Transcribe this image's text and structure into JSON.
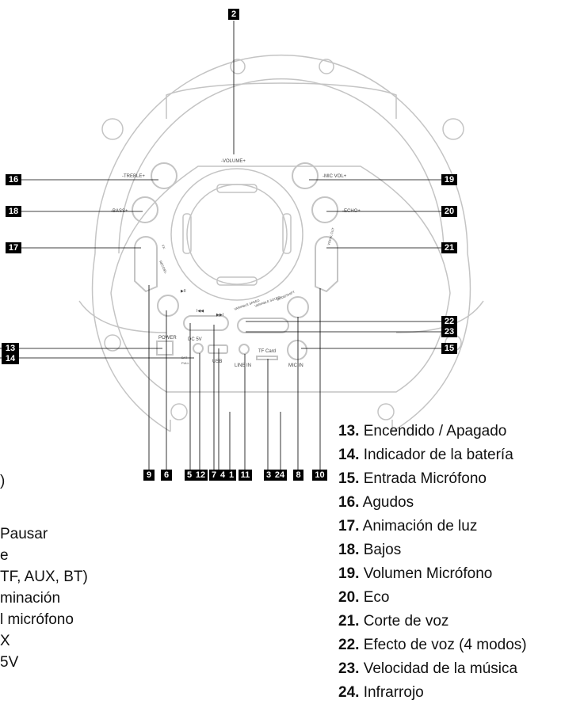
{
  "panel_labels": {
    "volume": "-VOLUME+",
    "treble": "-TREBLE+",
    "bass": "-BASS+",
    "mic_vol": "-MIC VOL+",
    "echo": "-ECHO+",
    "power": "POWER",
    "dc": "DC 5V",
    "bat": "BAT",
    "full": "FULL",
    "usb": "USB",
    "line_in": "LINE IN",
    "tf_card": "TF Card",
    "mic_in": "MIC IN",
    "variable_speed": "VARIABLE SPEED",
    "variable_sound": "VARIABLE SOUND",
    "mode_shift": "MODE/SHIFT",
    "vocal_cut": "VOCAL CUT",
    "rec": "REC/DEL",
    "fx": "FX",
    "play": "▶II",
    "prev": "I◀◀",
    "next": "▶▶I"
  },
  "callouts": {
    "c2": "2",
    "c16": "16",
    "c18": "18",
    "c17": "17",
    "c13": "13",
    "c14": "14",
    "c19": "19",
    "c20": "20",
    "c21": "21",
    "c22": "22",
    "c23": "23",
    "c15": "15",
    "bottom": [
      "9",
      "6",
      "5",
      "12",
      "7",
      "4",
      "1",
      "11",
      "3",
      "24",
      "8",
      "10"
    ]
  },
  "legend_left_partial": [
    "",
    ")",
    "",
    "Pausar",
    "e",
    " TF, AUX, BT)",
    "minación",
    "l micrófono",
    "X",
    "5V"
  ],
  "legend_right": [
    {
      "num": "13.",
      "text": " Encendido / Apagado"
    },
    {
      "num": "14.",
      "text": " Indicador de la batería"
    },
    {
      "num": "15.",
      "text": " Entrada Micrófono"
    },
    {
      "num": "16.",
      "text": " Agudos"
    },
    {
      "num": "17.",
      "text": " Animación de luz"
    },
    {
      "num": "18.",
      "text": " Bajos"
    },
    {
      "num": "19.",
      "text": " Volumen Micrófono"
    },
    {
      "num": "20.",
      "text": " Eco"
    },
    {
      "num": "21.",
      "text": " Corte de voz"
    },
    {
      "num": "22.",
      "text": " Efecto de voz (4 modos)"
    },
    {
      "num": "23.",
      "text": " Velocidad de la música"
    },
    {
      "num": "24.",
      "text": " Infrarrojo"
    }
  ]
}
